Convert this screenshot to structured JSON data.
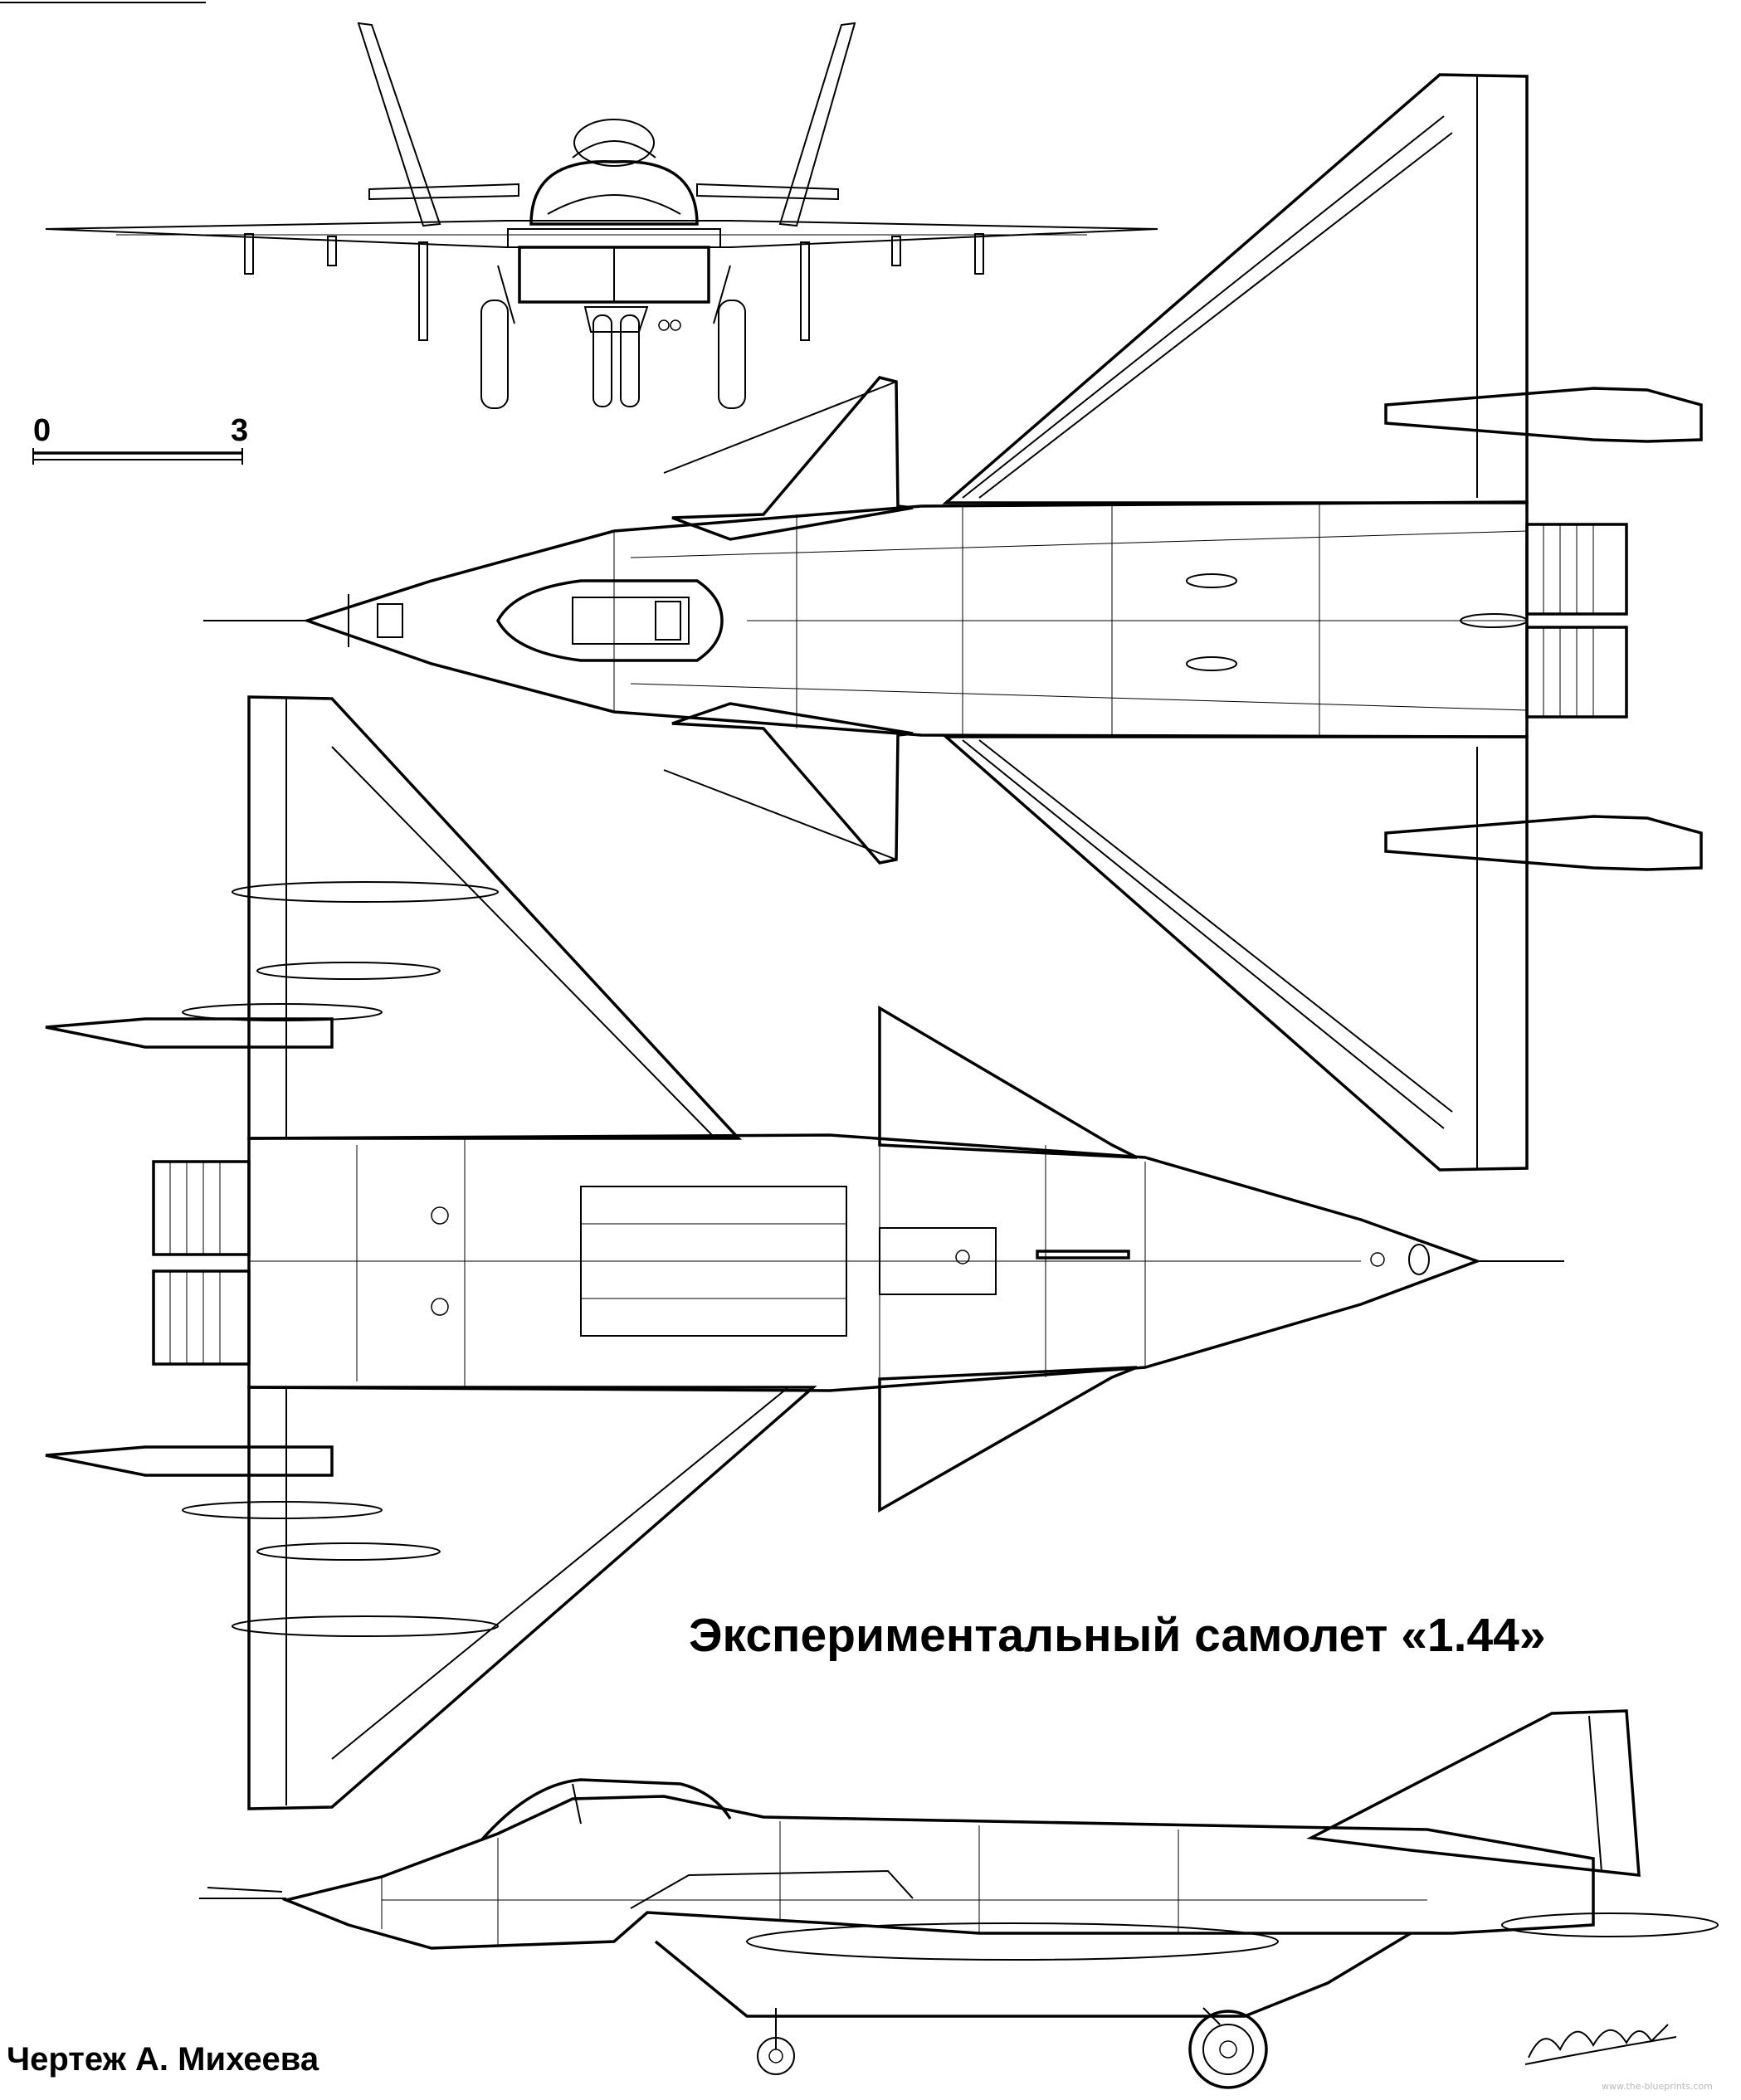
{
  "drawing": {
    "title": "Экспериментальный самолет «1.44»",
    "credit": "Чертеж А. Михеева",
    "scale_bar": {
      "start_label": "0",
      "end_label": "3"
    },
    "signature_text": "А.Михеев 99",
    "watermark": "www.the-blueprints.com"
  },
  "views": [
    "front-view",
    "top-view",
    "bottom-view",
    "side-view"
  ]
}
